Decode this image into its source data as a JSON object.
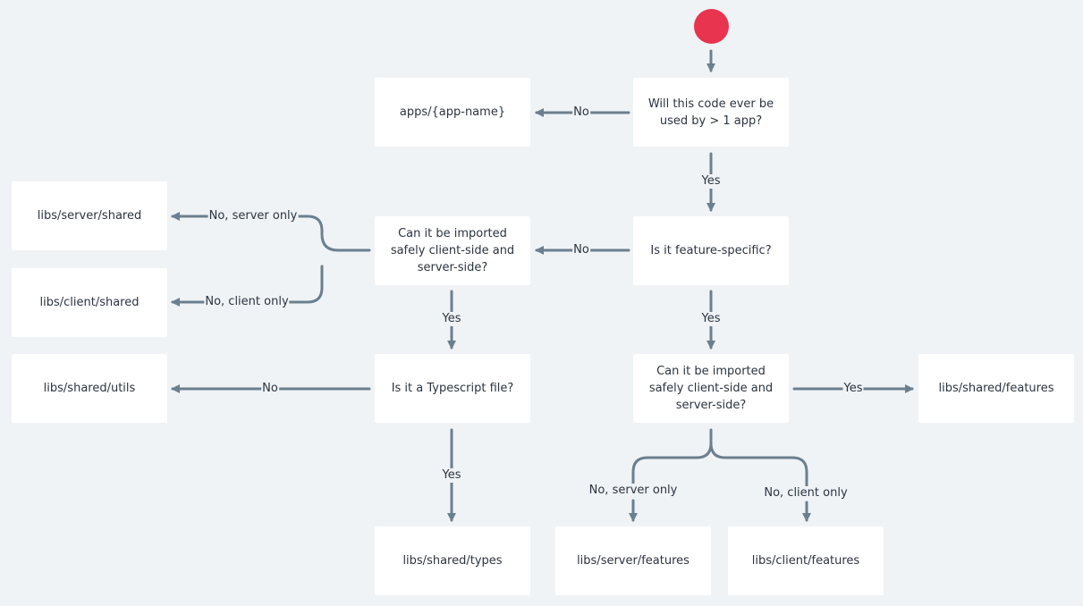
{
  "colors": {
    "background": "#eff3f6",
    "node": "#ffffff",
    "edge": "#6b7f8e",
    "start": "#e8344f",
    "text": "#2b3440"
  },
  "nodes": {
    "q_multi_app": "Will this code ever be used by > 1 app?",
    "apps_app_name": "apps/{app-name}",
    "q_feature_specific": "Is it feature-specific?",
    "q_import_safely_left": "Can it be imported safely client-side and server-side?",
    "libs_server_shared": "libs/server/shared",
    "libs_client_shared": "libs/client/shared",
    "q_typescript": "Is it a Typescript file?",
    "libs_shared_utils": "libs/shared/utils",
    "libs_shared_types": "libs/shared/types",
    "q_import_safely_right": "Can it be imported safely client-side and server-side?",
    "libs_shared_features": "libs/shared/features",
    "libs_server_features": "libs/server/features",
    "libs_client_features": "libs/client/features"
  },
  "edge_labels": {
    "multi_no": "No",
    "multi_yes": "Yes",
    "feature_no": "No",
    "feature_yes": "Yes",
    "left_server_only": "No, server only",
    "left_client_only": "No, client only",
    "left_yes": "Yes",
    "ts_no": "No",
    "ts_yes": "Yes",
    "right_yes": "Yes",
    "right_server_only": "No, server only",
    "right_client_only": "No, client only"
  }
}
